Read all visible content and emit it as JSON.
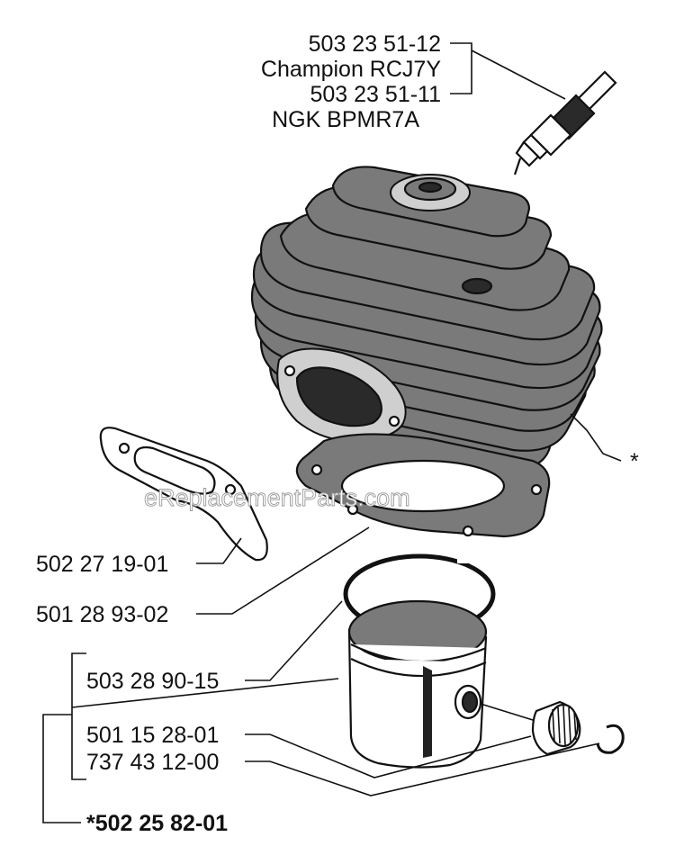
{
  "labels": {
    "spark_plug_1": "503 23 51-12",
    "spark_plug_1_brand": "Champion RCJ7Y",
    "spark_plug_2": "503 23 51-11",
    "spark_plug_2_brand": "NGK BPMR7A",
    "asterisk": "*",
    "gasket_exhaust": "502 27 19-01",
    "gasket_base": "501 28 93-02",
    "piston_ring": "503 28 90-15",
    "needle_bearing": "501 15 28-01",
    "circlip": "737 43 12-00",
    "kit": "*502 25 82-01"
  },
  "watermark": "eReplacementParts.com"
}
